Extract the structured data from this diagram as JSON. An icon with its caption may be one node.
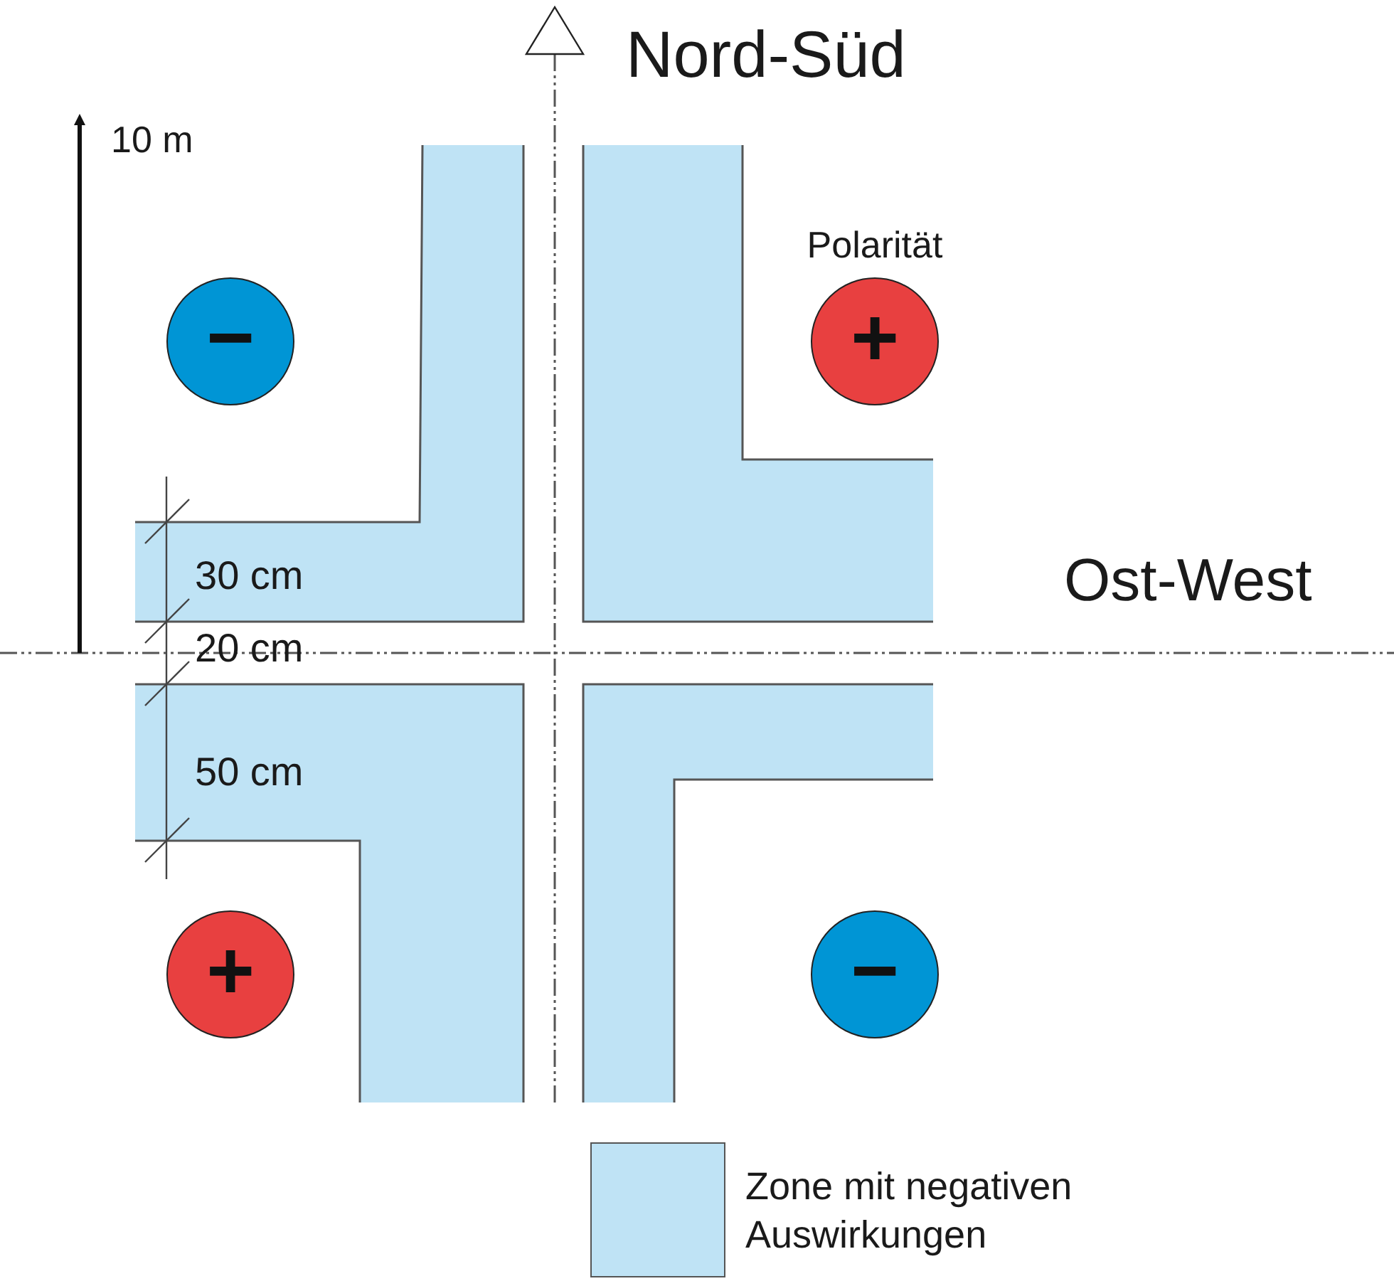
{
  "diagram": {
    "nodes": [
      {
        "text": [
          "−"
        ]
      },
      {
        "text": [
          "+"
        ],
        "beside": [
          "Polarität"
        ]
      },
      {
        "text": [
          "+"
        ]
      },
      {
        "text": [
          "−"
        ]
      }
    ],
    "labels": [
      "Nord-Süd",
      "10 m",
      "Ost-West",
      "30 cm",
      "20 cm",
      "50 cm"
    ],
    "legend": [
      {
        "text": "Zone mit negativen Auswirkungen",
        "color": "#bfe3f5"
      }
    ]
  }
}
